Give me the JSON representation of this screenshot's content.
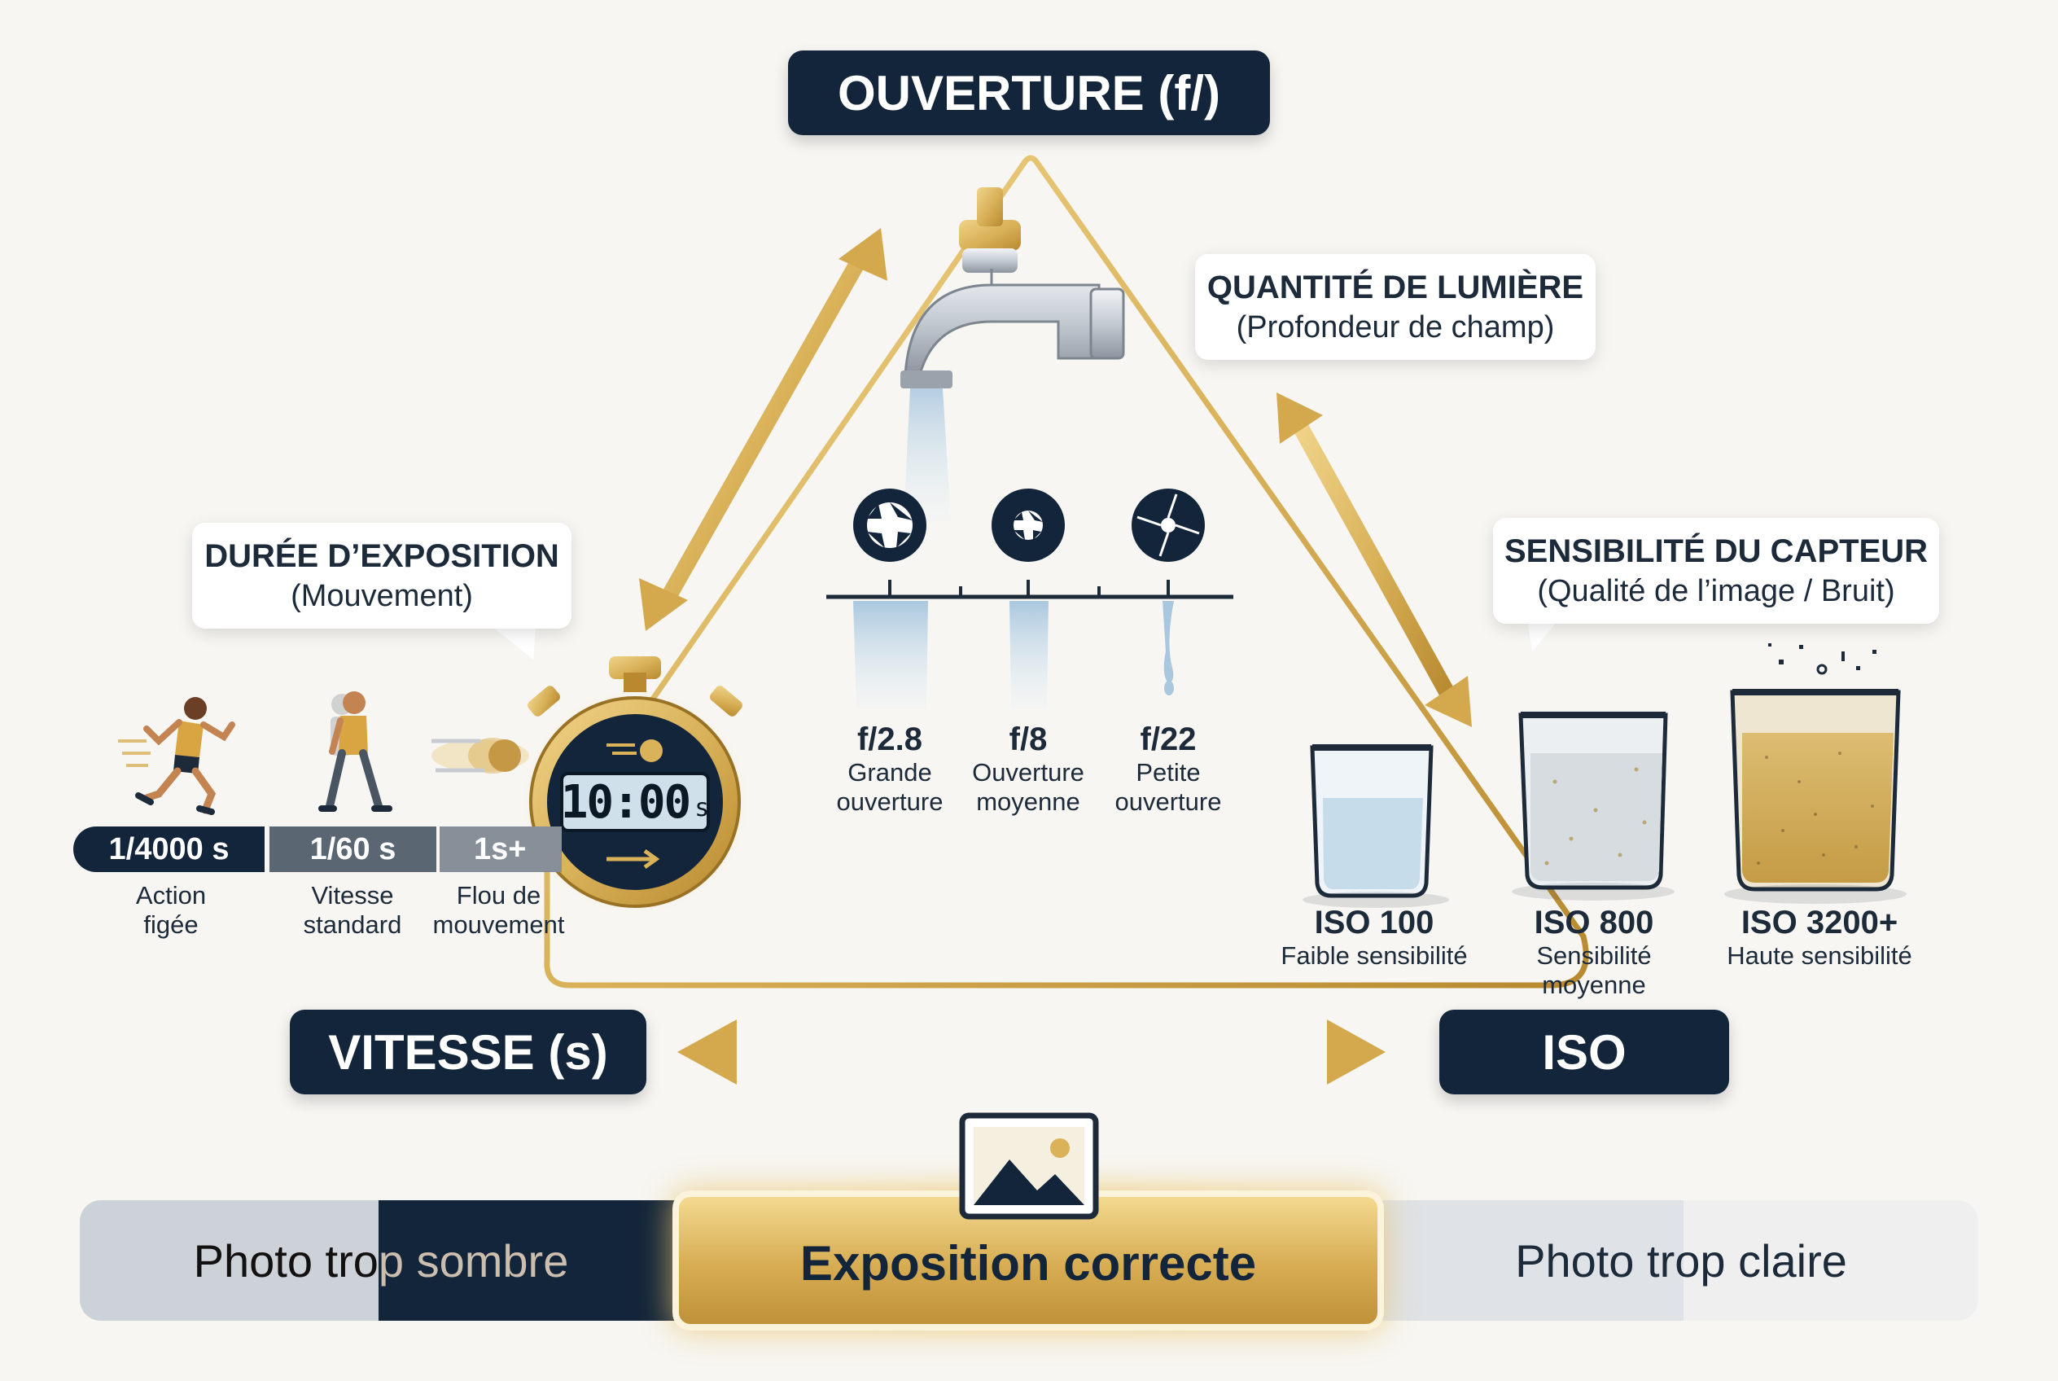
{
  "titles": {
    "aperture": "OUVERTURE (f/)",
    "shutter": "VITESSE (s)",
    "iso": "ISO"
  },
  "callouts": {
    "light": {
      "heading": "QUANTITÉ DE LUMIÈRE",
      "sub": "(Profondeur de champ)"
    },
    "duration": {
      "heading": "DURÉE D’EXPOSITION",
      "sub": "(Mouvement)"
    },
    "sensor": {
      "heading": "SENSIBILITÉ DU CAPTEUR",
      "sub": "(Qualité de l’image / Bruit)"
    }
  },
  "apertures": [
    {
      "value": "f/2.8",
      "line1": "Grande",
      "line2": "ouverture"
    },
    {
      "value": "f/8",
      "line1": "Ouverture",
      "line2": "moyenne"
    },
    {
      "value": "f/22",
      "line1": "Petite",
      "line2": "ouverture"
    }
  ],
  "speeds": [
    {
      "value": "1/4000 s",
      "line1": "Action",
      "line2": "figée"
    },
    {
      "value": "1/60 s",
      "line1": "Vitesse",
      "line2": "standard"
    },
    {
      "value": "1s+",
      "line1": "Flou de",
      "line2": "mouvement"
    }
  ],
  "stopwatch": {
    "display": "10:00",
    "unit": "s"
  },
  "iso_levels": [
    {
      "value": "ISO 100",
      "line1": "Faible sensibilité",
      "line2": ""
    },
    {
      "value": "ISO 800",
      "line1": "Sensibilité",
      "line2": "moyenne"
    },
    {
      "value": "ISO 3200+",
      "line1": "Haute sensibilité",
      "line2": ""
    }
  ],
  "exposure_bar": {
    "dark": "Photo trop sombre",
    "correct": "Exposition correcte",
    "bright": "Photo trop claire"
  },
  "colors": {
    "navy": "#13253a",
    "gold": "#d9b25a",
    "gold_dark": "#b8892f",
    "grey_chip": "#5b6673",
    "light_grey": "#878f99"
  },
  "icons": [
    "faucet-icon",
    "aperture-icon",
    "stopwatch-icon",
    "running-man-icon",
    "walking-man-icon",
    "motion-blur-icon",
    "beaker-icon",
    "picture-icon"
  ]
}
